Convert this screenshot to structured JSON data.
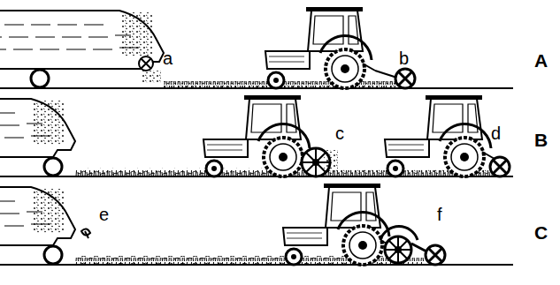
{
  "diagram": {
    "labels": [
      "a",
      "b",
      "A",
      "c",
      "d",
      "B",
      "e",
      "f",
      "C"
    ]
  }
}
